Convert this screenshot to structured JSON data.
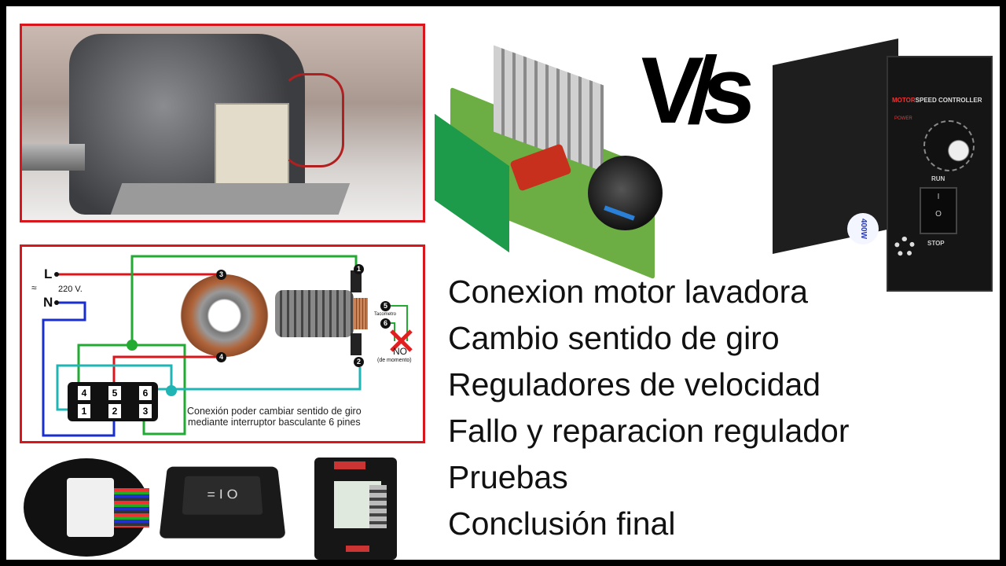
{
  "title_vs": "V/s",
  "topics": [
    "Conexion motor lavadora",
    "Cambio sentido de giro",
    "Reguladores de velocidad",
    "Fallo y reparacion regulador",
    "Pruebas",
    "Conclusión final"
  ],
  "diagram": {
    "L": "L",
    "N": "N",
    "voltage": "220 V.",
    "ac_symbol": "≈",
    "tacometro": "Tacometro",
    "no_label": "NO",
    "no_note": "(de momento)",
    "caption_line1": "Conexión poder cambiar sentido de giro",
    "caption_line2": "mediante interruptor basculante 6 pines",
    "motor_terminals": [
      "1",
      "2",
      "3",
      "4",
      "5",
      "6"
    ],
    "switch_pins_top": [
      "4",
      "5",
      "6"
    ],
    "switch_pins_bottom": [
      "1",
      "2",
      "3"
    ]
  },
  "controller": {
    "brand": "MOTOR",
    "brand_suffix": "SPEED CONTROLLER",
    "power": "POWER",
    "run": "RUN",
    "stop": "STOP",
    "sticker": "400W",
    "switch_on": "I",
    "switch_off": "O"
  },
  "colors": {
    "frame": "#d9161c",
    "wire_red": "#d9161c",
    "wire_green": "#22aa33",
    "wire_blue": "#1a2ecc",
    "wire_cyan": "#1fb5b5"
  }
}
